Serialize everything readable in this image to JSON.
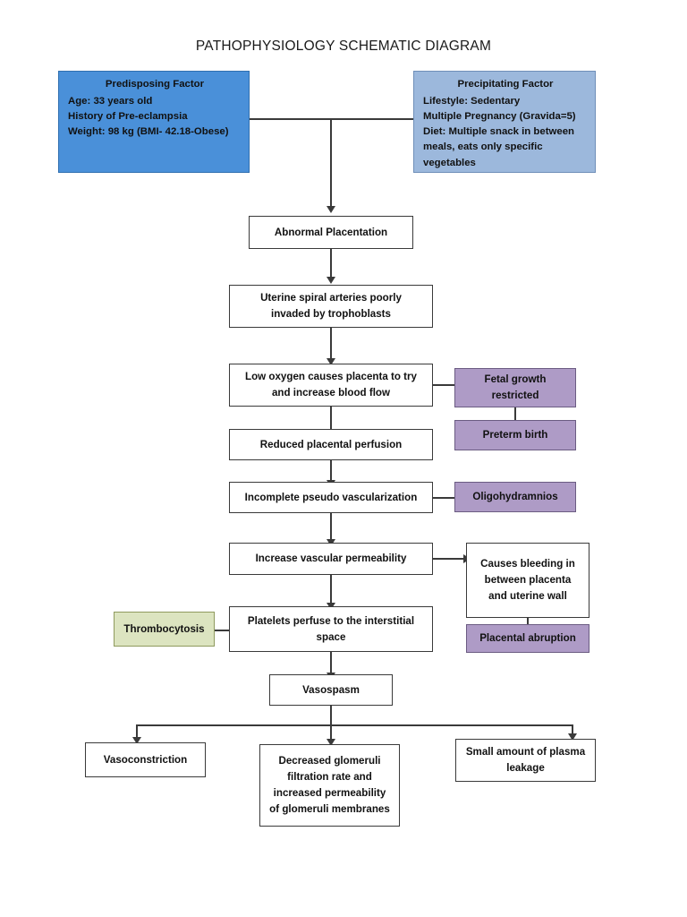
{
  "title": "PATHOPHYSIOLOGY SCHEMATIC DIAGRAM",
  "colors": {
    "predisposing_fill": "#4a90d9",
    "precipitating_fill": "#9cb8dc",
    "outcome_fill": "#ae9bc6",
    "lab_fill": "#dce4c0",
    "process_fill": "#ffffff",
    "line": "#3a3a3a"
  },
  "factors": {
    "predisposing": {
      "heading": "Predisposing Factor",
      "body": "Age: 33 years old\nHistory of Pre-eclampsia\nWeight: 98 kg (BMI- 42.18-Obese)"
    },
    "precipitating": {
      "heading": "Precipitating Factor",
      "body": "Lifestyle: Sedentary\nMultiple Pregnancy (Gravida=5)\nDiet: Multiple snack in between\nmeals, eats only specific\nvegetables"
    }
  },
  "nodes": {
    "abnormal_placentation": "Abnormal Placentation",
    "uterine_spiral": "Uterine spiral arteries poorly\ninvaded by trophoblasts",
    "low_oxygen": "Low oxygen causes placenta to try\nand increase blood flow",
    "reduced_perfusion": "Reduced placental perfusion",
    "incomplete_vascularization": "Incomplete pseudo vascularization",
    "increase_permeability": "Increase vascular permeability",
    "platelets_perfuse": "Platelets perfuse to the interstitial\nspace",
    "vasospasm": "Vasospasm",
    "fetal_growth": "Fetal growth\nrestricted",
    "preterm_birth": "Preterm birth",
    "oligohydramnios": "Oligohydramnios",
    "causes_bleeding": "Causes bleeding in\nbetween placenta\nand uterine wall",
    "placental_abruption": "Placental abruption",
    "thrombocytosis": "Thrombocytosis",
    "vasoconstriction": "Vasoconstriction",
    "decreased_glomeruli": "Decreased glomeruli\nfiltration rate and\nincreased permeability\nof glomeruli membranes",
    "plasma_leakage": "Small amount of plasma\nleakage"
  }
}
